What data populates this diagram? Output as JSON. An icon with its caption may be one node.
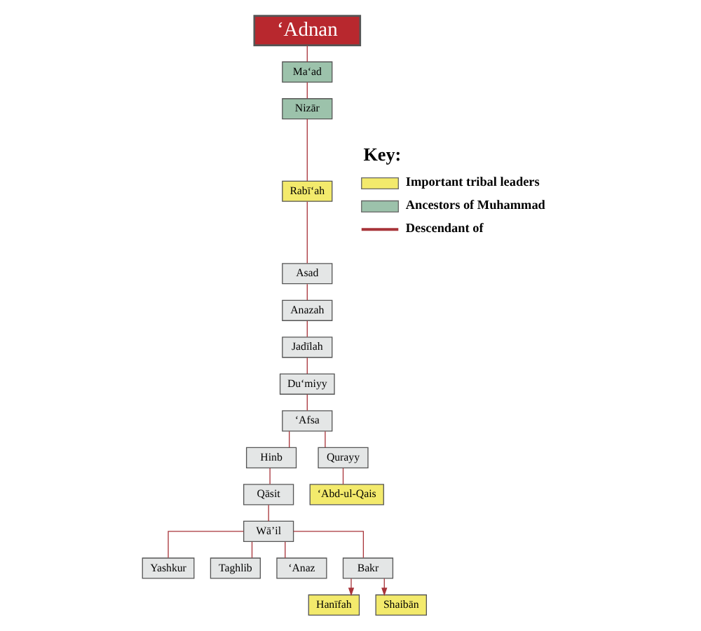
{
  "diagram": {
    "nodes": [
      {
        "text": [
          "‘Adnan"
        ]
      },
      {
        "text": [
          "Ma‘ad"
        ]
      },
      {
        "text": [
          "Nizār"
        ]
      },
      {
        "text": [
          "Rabī‘ah"
        ]
      },
      {
        "text": [
          "Asad"
        ]
      },
      {
        "text": [
          "Anazah"
        ]
      },
      {
        "text": [
          "Jadīlah"
        ]
      },
      {
        "text": [
          "Du‘miyy"
        ]
      },
      {
        "text": [
          "‘Afsa"
        ]
      },
      {
        "text": [
          "Hinb"
        ]
      },
      {
        "text": [
          "Qurayy"
        ]
      },
      {
        "text": [
          "Qāsit"
        ]
      },
      {
        "text": [
          "‘Abd-ul-Qais"
        ]
      },
      {
        "text": [
          "Wā’il"
        ]
      },
      {
        "text": [
          "Yashkur"
        ]
      },
      {
        "text": [
          "Taghlib"
        ]
      },
      {
        "text": [
          "‘Anaz"
        ]
      },
      {
        "text": [
          "Bakr"
        ]
      },
      {
        "text": [
          "Hanīfah"
        ]
      },
      {
        "text": [
          "Shaibān"
        ]
      }
    ],
    "edges": [
      {
        "from": 0,
        "to": 1,
        "arrow": "none"
      },
      {
        "from": 1,
        "to": 2,
        "arrow": "none"
      },
      {
        "from": 2,
        "to": 3,
        "arrow": "none"
      },
      {
        "from": 3,
        "to": 4,
        "arrow": "none"
      },
      {
        "from": 4,
        "to": 5,
        "arrow": "none"
      },
      {
        "from": 5,
        "to": 6,
        "arrow": "none"
      },
      {
        "from": 6,
        "to": 7,
        "arrow": "none"
      },
      {
        "from": 7,
        "to": 8,
        "arrow": "none"
      },
      {
        "from": 8,
        "to": 9,
        "arrow": "none"
      },
      {
        "from": 8,
        "to": 10,
        "arrow": "none"
      },
      {
        "from": 9,
        "to": 11,
        "arrow": "none"
      },
      {
        "from": 10,
        "to": 12,
        "arrow": "none"
      },
      {
        "from": 11,
        "to": 13,
        "arrow": "none"
      },
      {
        "from": 13,
        "to": 14,
        "arrow": "none"
      },
      {
        "from": 13,
        "to": 15,
        "arrow": "none"
      },
      {
        "from": 13,
        "to": 16,
        "arrow": "none"
      },
      {
        "from": 13,
        "to": 17,
        "arrow": "none"
      },
      {
        "from": 17,
        "to": 18,
        "arrow": "to"
      },
      {
        "from": 17,
        "to": 19,
        "arrow": "to"
      }
    ],
    "labels": [
      "Key:"
    ],
    "legend": [
      {
        "text": "Important tribal leaders",
        "color": "#f3ea6c"
      },
      {
        "text": "Ancestors of Muhammad",
        "color": "#9cc2ab"
      },
      {
        "text": "Descendant of"
      }
    ]
  }
}
